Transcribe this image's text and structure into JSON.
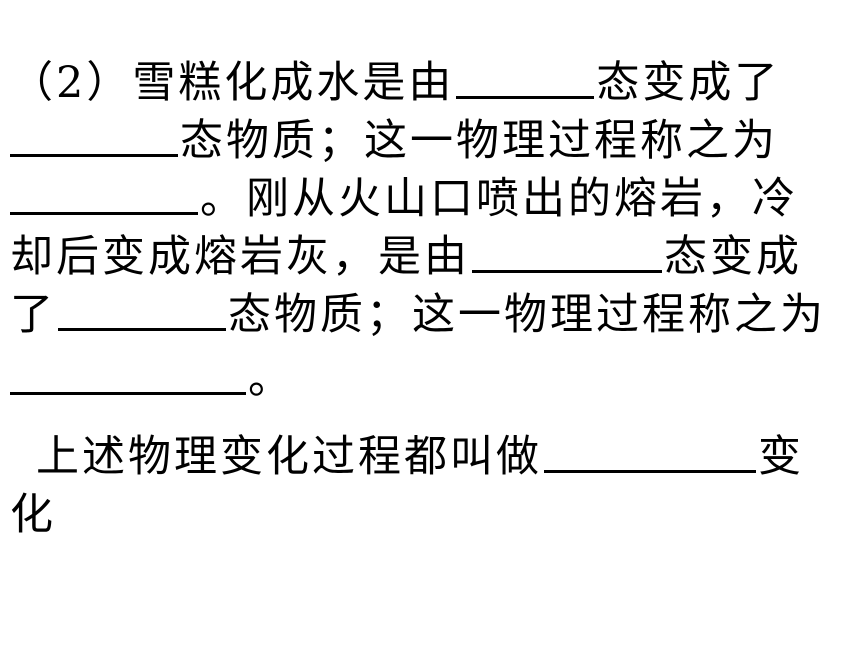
{
  "q2": {
    "l1_a": "（2）雪糕化成水是由",
    "l1_b": "态变成了",
    "l2_a": "态物质；这一物理过程称之为",
    "l3_a": "。刚从火山口喷出的熔岩，冷",
    "l4_a": "却后变成熔岩灰，是由",
    "l4_b": "态变成",
    "l5_a": "了",
    "l5_b": "态物质；这一物理过程称之为",
    "l6_a": "。"
  },
  "summary": {
    "l7_a": "上述物理变化过程都叫做",
    "l7_b": "变",
    "l8_a": "化"
  }
}
